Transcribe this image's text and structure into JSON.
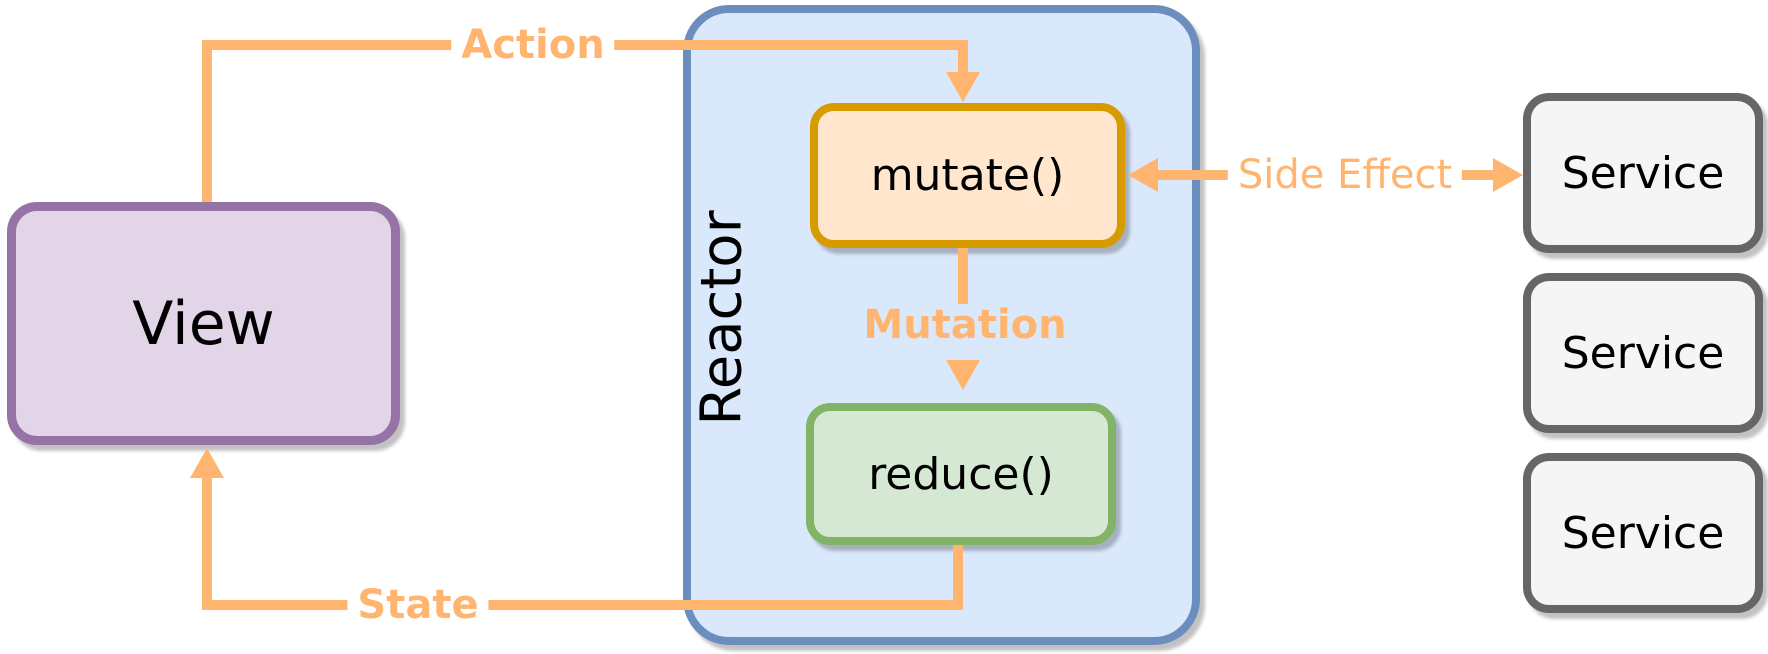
{
  "diagram": {
    "nodes": {
      "view": {
        "label": "View"
      },
      "reactor": {
        "label": "Reactor",
        "mutate": {
          "label": "mutate()"
        },
        "reduce": {
          "label": "reduce()"
        }
      },
      "services": [
        {
          "label": "Service"
        },
        {
          "label": "Service"
        },
        {
          "label": "Service"
        }
      ]
    },
    "edges": {
      "action": {
        "label": "Action",
        "from": "View",
        "to": "mutate()"
      },
      "mutation": {
        "label": "Mutation",
        "from": "mutate()",
        "to": "reduce()"
      },
      "state": {
        "label": "State",
        "from": "reduce()",
        "to": "View"
      },
      "side_effect": {
        "label": "Side Effect",
        "from": "mutate()",
        "to": "Service",
        "bidirectional": true
      }
    },
    "colors": {
      "arrow": "#FFB570",
      "view_fill": "#E1D5E7",
      "view_stroke": "#9673A6",
      "reactor_fill": "#DAE8FC",
      "reactor_stroke": "#6C8EBF",
      "mutate_fill": "#FFE6CC",
      "mutate_stroke": "#D79B00",
      "reduce_fill": "#D5E8D4",
      "reduce_stroke": "#82B366",
      "service_fill": "#F5F5F5",
      "service_stroke": "#666666",
      "text": "#000000"
    }
  }
}
